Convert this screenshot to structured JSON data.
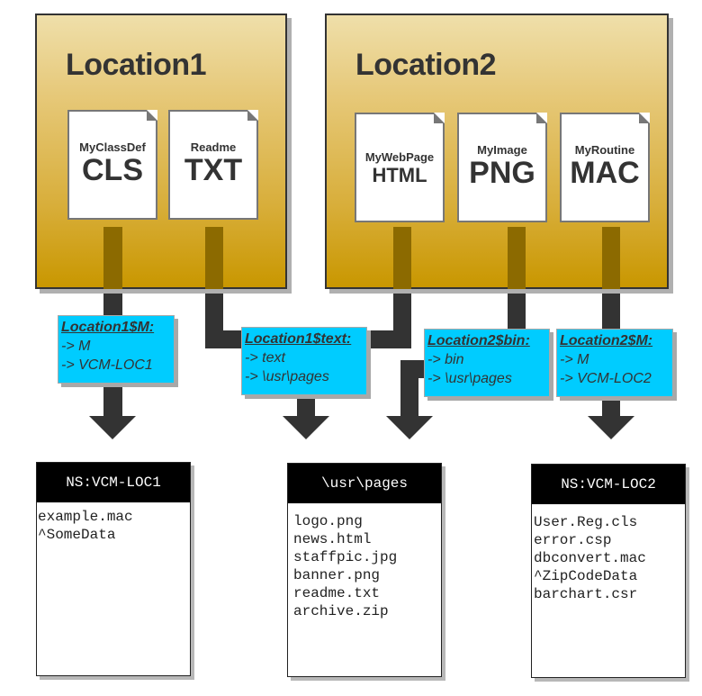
{
  "locations": [
    {
      "title": "Location1",
      "documents": [
        {
          "name": "MyClassDef",
          "ext": "CLS"
        },
        {
          "name": "Readme",
          "ext": "TXT"
        }
      ]
    },
    {
      "title": "Location2",
      "documents": [
        {
          "name": "MyWebPage",
          "ext": "HTML"
        },
        {
          "name": "MyImage",
          "ext": "PNG"
        },
        {
          "name": "MyRoutine",
          "ext": "MAC"
        }
      ]
    }
  ],
  "mappings": [
    {
      "title": "Location1$M:",
      "lines": [
        "-> M",
        "-> VCM-LOC1"
      ]
    },
    {
      "title": "Location1$text:",
      "lines": [
        "-> text",
        "-> \\usr\\pages"
      ]
    },
    {
      "title": "Location2$bin:",
      "lines": [
        "-> bin",
        "-> \\usr\\pages"
      ]
    },
    {
      "title": "Location2$M:",
      "lines": [
        "-> M",
        "-> VCM-LOC2"
      ]
    }
  ],
  "targets": [
    {
      "header": "NS:VCM-LOC1",
      "items": [
        "example.mac",
        "^SomeData"
      ]
    },
    {
      "header": "\\usr\\pages",
      "items": [
        "logo.png",
        "news.html",
        "staffpic.jpg",
        "banner.png",
        "readme.txt",
        "archive.zip"
      ]
    },
    {
      "header": "NS:VCM-LOC2",
      "items": [
        "User.Reg.cls",
        "error.csp",
        "dbconvert.mac",
        "^ZipCodeData",
        "barchart.csr"
      ]
    }
  ],
  "colors": {
    "location_fill_top": "#efdfaa",
    "location_fill_bottom": "#c99700",
    "mapping_fill": "#00ccff",
    "connector": "#333333",
    "target_header": "#000000"
  }
}
